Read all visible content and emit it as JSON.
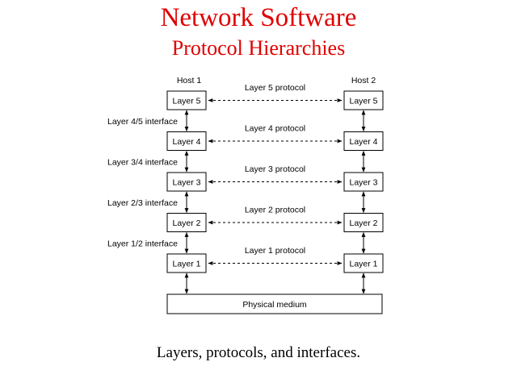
{
  "colors": {
    "title": "#e00000",
    "ink": "#000000",
    "background": "#ffffff"
  },
  "header": {
    "title": "Network Software",
    "subtitle": "Protocol Hierarchies"
  },
  "diagram": {
    "hosts": [
      "Host 1",
      "Host 2"
    ],
    "layers": [
      {
        "label": "Layer 5",
        "protocol": "Layer 5 protocol"
      },
      {
        "label": "Layer 4",
        "protocol": "Layer 4 protocol"
      },
      {
        "label": "Layer 3",
        "protocol": "Layer 3 protocol"
      },
      {
        "label": "Layer 2",
        "protocol": "Layer 2 protocol"
      },
      {
        "label": "Layer 1",
        "protocol": "Layer 1 protocol"
      }
    ],
    "interfaces": [
      "Layer 4/5 interface",
      "Layer 3/4 interface",
      "Layer 2/3 interface",
      "Layer 1/2 interface"
    ],
    "medium": "Physical medium"
  },
  "caption": "Layers, protocols, and interfaces."
}
